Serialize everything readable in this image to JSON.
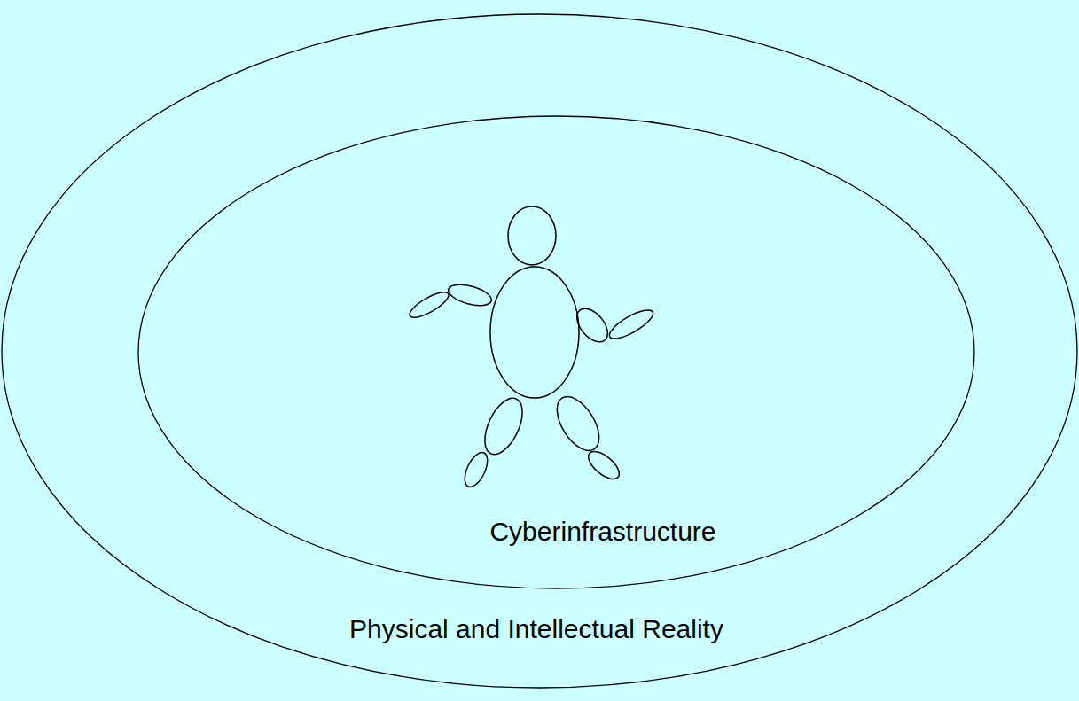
{
  "diagram": {
    "nodes": [
      {
        "text": [
          "Physical and Intellectual Reality"
        ]
      },
      {
        "text": [
          "Cyberinfrastructure"
        ],
        "in": 0
      }
    ]
  }
}
